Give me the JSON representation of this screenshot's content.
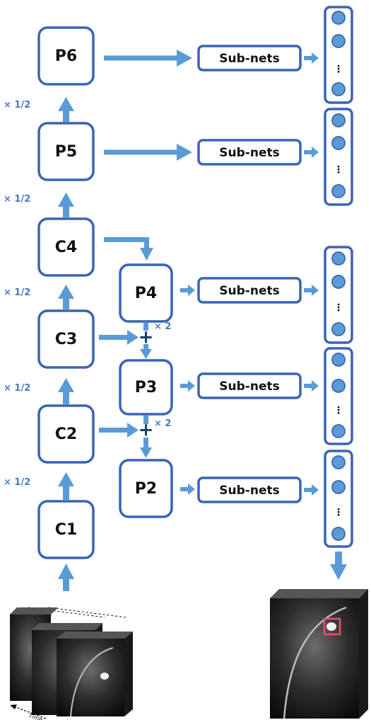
{
  "blocks": {
    "p6": "P6",
    "p5": "P5",
    "c4": "C4",
    "c3": "C3",
    "c2": "C2",
    "c1": "C1",
    "p4": "P4",
    "p3": "P3",
    "p2": "P2"
  },
  "subnet_label": "Sub-nets",
  "scale_labels": {
    "half": "× 1/2",
    "double": "× 2"
  },
  "plus_sign": "+",
  "ellipsis": "⋮",
  "time_label": "Time",
  "colors": {
    "block_border": "#3a64b4",
    "arrow": "#5b9bd5",
    "circle_fill": "#5b9bd5",
    "highlight_box": "#e8516b"
  }
}
